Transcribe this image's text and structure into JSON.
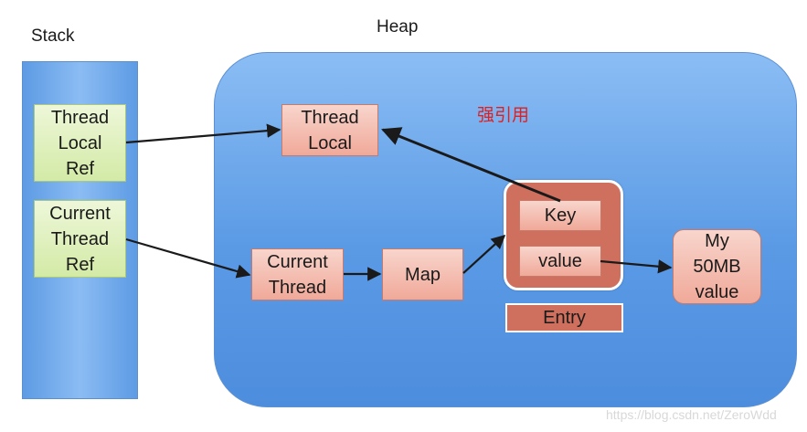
{
  "stack": {
    "title": "Stack",
    "thread_local_ref": "Thread\nLocal\nRef",
    "current_thread_ref": "Current\nThread\nRef"
  },
  "heap": {
    "title": "Heap",
    "thread_local": "Thread\nLocal",
    "current_thread": "Current\nThread",
    "map": "Map",
    "strong_reference_note": "强引用",
    "entry": {
      "key": "Key",
      "value": "value",
      "label": "Entry"
    },
    "my_value": "My\n50MB\nvalue"
  },
  "watermark": "https://blog.csdn.net/ZeroWdd",
  "colors": {
    "stack_blue": "#6fa8ec",
    "heap_blue": "#6aa6ec",
    "green_box": "#dcefb5",
    "salmon_box": "#f3b9ab",
    "entry_red": "#cf6f5e",
    "note_red": "#e02020"
  }
}
